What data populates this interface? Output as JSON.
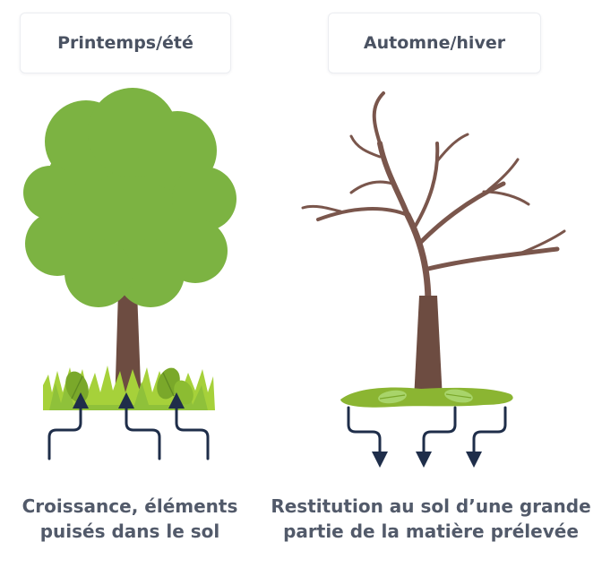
{
  "panels": {
    "left": {
      "title": "Printemps/été",
      "caption_line1": "Croissance, éléments",
      "caption_line2": "puisés dans le sol"
    },
    "right": {
      "title": "Automne/hiver",
      "caption_line1": "Restitution au sol d’une grande",
      "caption_line2": "partie de la matière prélevée"
    }
  },
  "colors": {
    "foliage": "#7cb342",
    "foliage_dark": "#689f38",
    "grass": "#a6d13a",
    "grass_dark": "#7aa82a",
    "trunk": "#6d4c41",
    "branch": "#7a564c",
    "litter": "#8bb532",
    "leaf": "#a8d46a",
    "arrow": "#1f2e4a",
    "card_text": "#4a5262"
  },
  "icons": [
    "arrow-up-icon",
    "arrow-down-icon",
    "leaf-icon"
  ]
}
